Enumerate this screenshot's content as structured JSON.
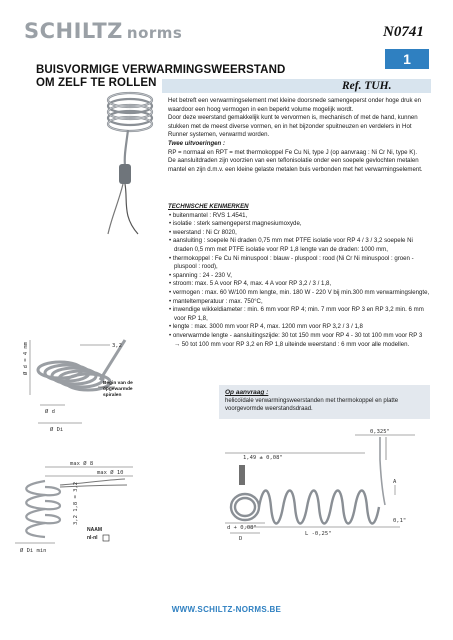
{
  "header": {
    "brand": "SCHILTZ",
    "brand_suffix": "norms",
    "code": "N0741",
    "page_number": "1"
  },
  "title": {
    "line1": "BUISVORMIGE VERWARMINGSWEERSTAND",
    "line2": "OM ZELF TE ROLLEN",
    "ref": "Ref. TUH."
  },
  "intro": {
    "p1": "Het betreft een verwarmingselement met kleine doorsnede samengeperst onder hoge druk en waardoor een hoog vermogen in een beperkt volume mogelijk wordt.",
    "p2": "Door deze weerstand gemakkelijk kunt te vervormen is, mechanisch of met de hand, kunnen stukken met de meest diverse vormen, en in het bijzonder spuitneuzen en verdelers in Hot Runner systemen, verwarmd worden.",
    "versions_heading": "Twee uitvoeringen :",
    "p3": "RP = normaal en RPT = met thermokoppel Fe Cu Ni, type J (op aanvraag : Ni Cr Ni, type K).",
    "p4": "De aansluitdraden zijn voorzien van een teflonisolatie onder een soepele gevlochten metalen mantel en zijn d.m.v. een kleine gelaste metalen buis verbonden met het verwarmingselement."
  },
  "specs": {
    "heading": "TECHNISCHE KENMERKEN",
    "items": [
      "buitenmantel : RVS 1.4541,",
      "isolatie : sterk samengeperst magnesiumoxyde,",
      "weerstand : Ni Cr 8020,",
      "aansluiting : soepele Ni draden 0,75 mm met PTFE isolatie voor RP 4 / 3 / 3,2 soepele Ni draden 0,5 mm met PTFE isolatie voor RP 1,8 lengte van de draden: 1000 mm,",
      "thermokoppel : Fe Cu Ni minuspool : blauw - pluspool : rood (Ni Cr Ni minuspool : groen - pluspool : rood),",
      "spanning : 24 - 230 V,",
      "stroom: max. 5 A voor RP 4, max. 4 A voor RP 3,2 / 3 / 1,8,",
      "vermogen : max. 60 W/100 mm lengte, min. 180 W - 220 V bij min.300 mm verwarmingslengte,",
      "manteltemperatuur : max. 750°C,",
      "inwendige wikkeldiameter : min. 6 mm voor RP 4; min. 7 mm voor RP 3 en RP 3,2 min. 6 mm voor RP 1,8,",
      "lengte : max. 3000 mm voor RP 4, max. 1200 mm voor RP 3,2 / 3 / 1,8",
      "onverwarmde lengte - aansluitingszijde: 30 tot 150 mm voor RP 4 - 30 tot 100 mm voor RP 3 → 50 tot 100 mm voor RP 3,2 en RP 1,8 uiteinde weerstand : 6 mm voor alle modellen."
    ]
  },
  "note": {
    "heading": "Op aanvraag :",
    "body": "helicoïdale verwarmingsweerstanden met thermokoppel en platte voorgevormde weerstandsdraad."
  },
  "drawings": {
    "coil_label": "Begin van de opgewarmde spiralen",
    "coil_dims": {
      "d1": "Ø d",
      "d2": "Ø Di",
      "left": "Ø d = 4 mm",
      "pitch": "3,2"
    },
    "spiral_dims": {
      "max8": "max Ø 8",
      "max10": "max Ø 10",
      "lines": "3,2\n1,8 = 3,2",
      "nd": "Ø Di min",
      "label_a": "NAAM",
      "label_b": "nl-nl"
    },
    "right_dims": {
      "top": "0,325\"",
      "mid": "1,49 ± 0,08\"",
      "a": "A",
      "d": "d + 0,08\"",
      "D": "D",
      "L": "L -0,25\"",
      "end": "0,1\""
    }
  },
  "footer": {
    "url": "WWW.SCHILTZ-NORMS.BE"
  },
  "colors": {
    "accent": "#2f80c1",
    "ref_bar": "#d8e4ee",
    "note_bg": "#e3e8ee",
    "logo_grey": "#9aa0a6"
  }
}
